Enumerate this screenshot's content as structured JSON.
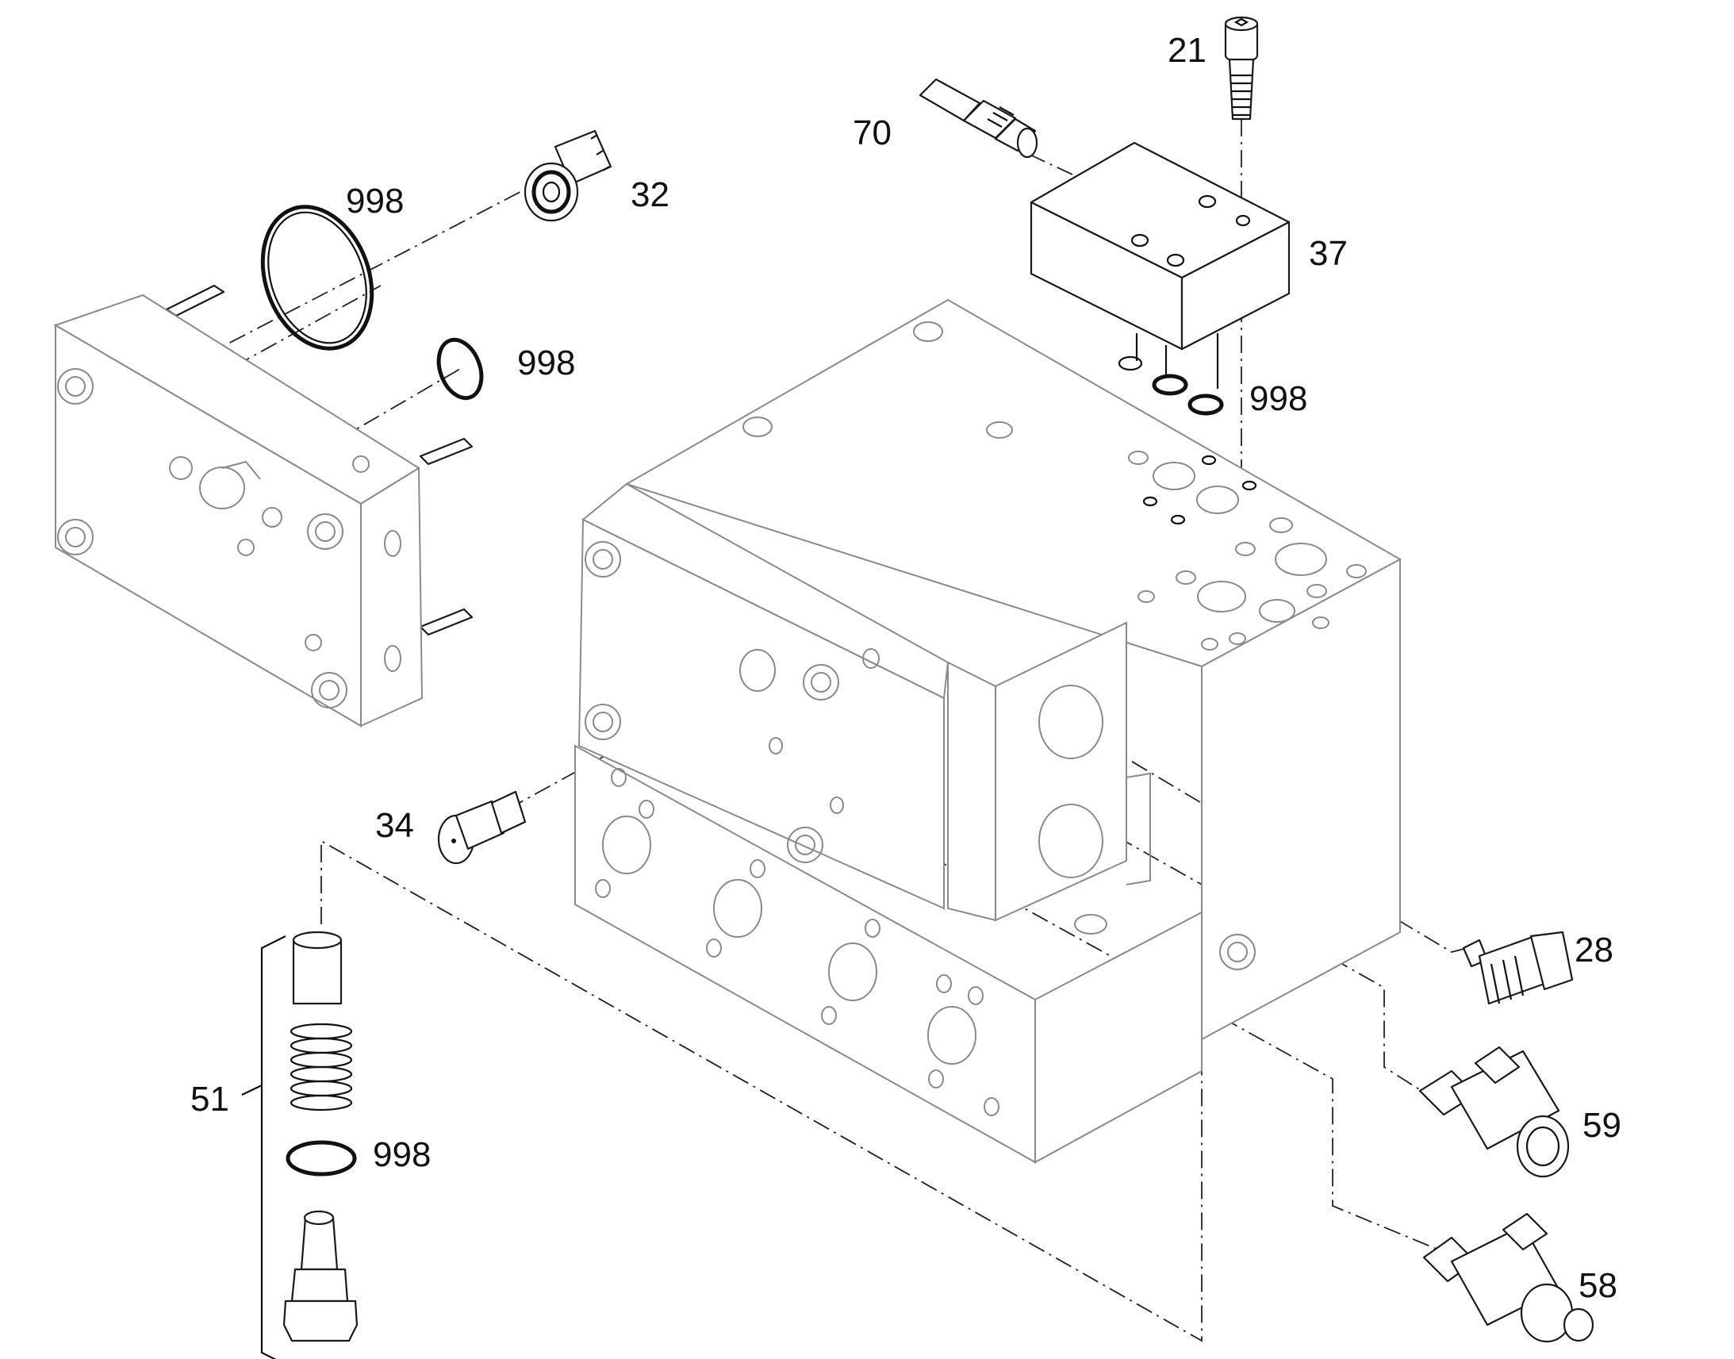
{
  "drawing": {
    "callouts": {
      "p21": "21",
      "p70": "70",
      "p998_ring_large": "998",
      "p32": "32",
      "p37": "37",
      "p998_small_ring": "998",
      "p998_block_rings": "998",
      "p34": "34",
      "p28": "28",
      "p51": "51",
      "p998_lower": "998",
      "p59": "59",
      "p58": "58"
    }
  }
}
